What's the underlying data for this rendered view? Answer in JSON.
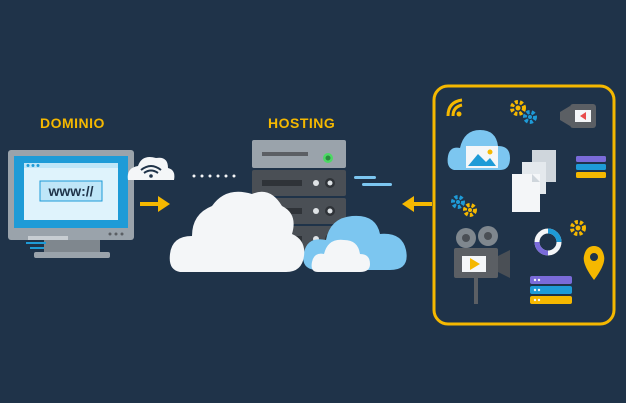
{
  "labels": {
    "dominio": "DOMINIO",
    "hosting": "HOSTING",
    "url_text": "www://"
  },
  "colors": {
    "background": "#1f3349",
    "accent_yellow": "#f5b800",
    "screen_blue": "#1e9bd7",
    "server_gray": "#5b5f64",
    "cloud_white": "#f4f6f8",
    "cloud_light_blue": "#7cc6f0",
    "content_frame": "#f5b800"
  },
  "icons": [
    "monitor-icon",
    "wifi-icon",
    "arrow-right-icon",
    "server-icon",
    "cloud-icon",
    "arrow-left-icon",
    "gear-icon",
    "image-icon",
    "video-camera-icon",
    "document-icon",
    "database-icon",
    "pie-chart-icon",
    "map-pin-icon",
    "signal-icon"
  ]
}
